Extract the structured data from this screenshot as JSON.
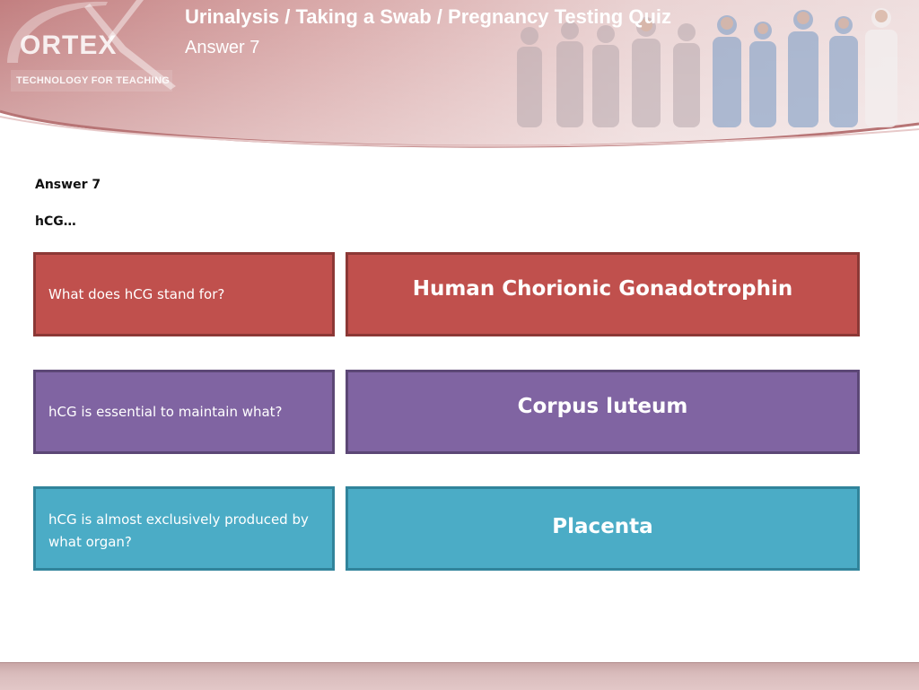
{
  "header": {
    "logo_text": "ORTEX",
    "logo_tagline": "TECHNOLOGY FOR TEACHING",
    "title": "Urinalysis / Taking a Swab / Pregnancy Testing Quiz",
    "subtitle": "Answer 7"
  },
  "content": {
    "heading": "Answer 7",
    "subheading": "hCG…",
    "rows": [
      {
        "question": "What does hCG stand for?",
        "answer": "Human Chorionic Gonadotrophin",
        "color": "#c0504d"
      },
      {
        "question": "hCG is essential to maintain what?",
        "answer": "Corpus luteum",
        "color": "#8064a2"
      },
      {
        "question": "hCG is almost exclusively produced by what organ?",
        "answer": "Placenta",
        "color": "#4bacc6"
      }
    ]
  },
  "colors": {
    "banner": "#c98b8b",
    "banner_light": "#ecd6d6",
    "footer": "#d5b5b5"
  }
}
